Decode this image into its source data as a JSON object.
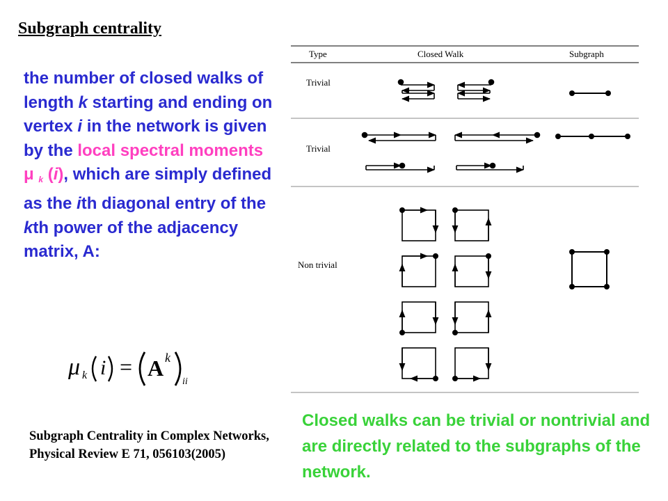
{
  "title": "Subgraph centrality",
  "body": {
    "p1": "the number of closed walks of length ",
    "k1": "k",
    "p2": " starting and ending on vertex ",
    "i1": "i",
    "p3": " in the network is given by the ",
    "highlight": "local spectral moments μ",
    "sub_k": "k",
    "p4_open": " (",
    "i2": "i",
    "p4_close": ")",
    "p5": ", which are simply defined as the ",
    "ith": "i",
    "p6": "th diagonal entry of the ",
    "kth": "k",
    "p7": "th power of the adjacency matrix, A:"
  },
  "formula": {
    "mu": "μ",
    "k": "k",
    "i": "i",
    "eq": "=",
    "A": "A",
    "ii": "ii"
  },
  "citation": "Subgraph Centrality in Complex Networks, Physical Review E 71, 056103(2005)",
  "table": {
    "headers": [
      "Type",
      "Closed Walk",
      "Subgraph"
    ],
    "rows": [
      {
        "type": "Trivial"
      },
      {
        "type": "Trivial"
      },
      {
        "type": "Non trivial"
      }
    ]
  },
  "note": "Closed walks can be trivial or nontrivial and are directly related to the subgraphs of the network.",
  "colors": {
    "body_text": "#2a2ad0",
    "highlight": "#ff40c0",
    "note": "#39d239"
  }
}
